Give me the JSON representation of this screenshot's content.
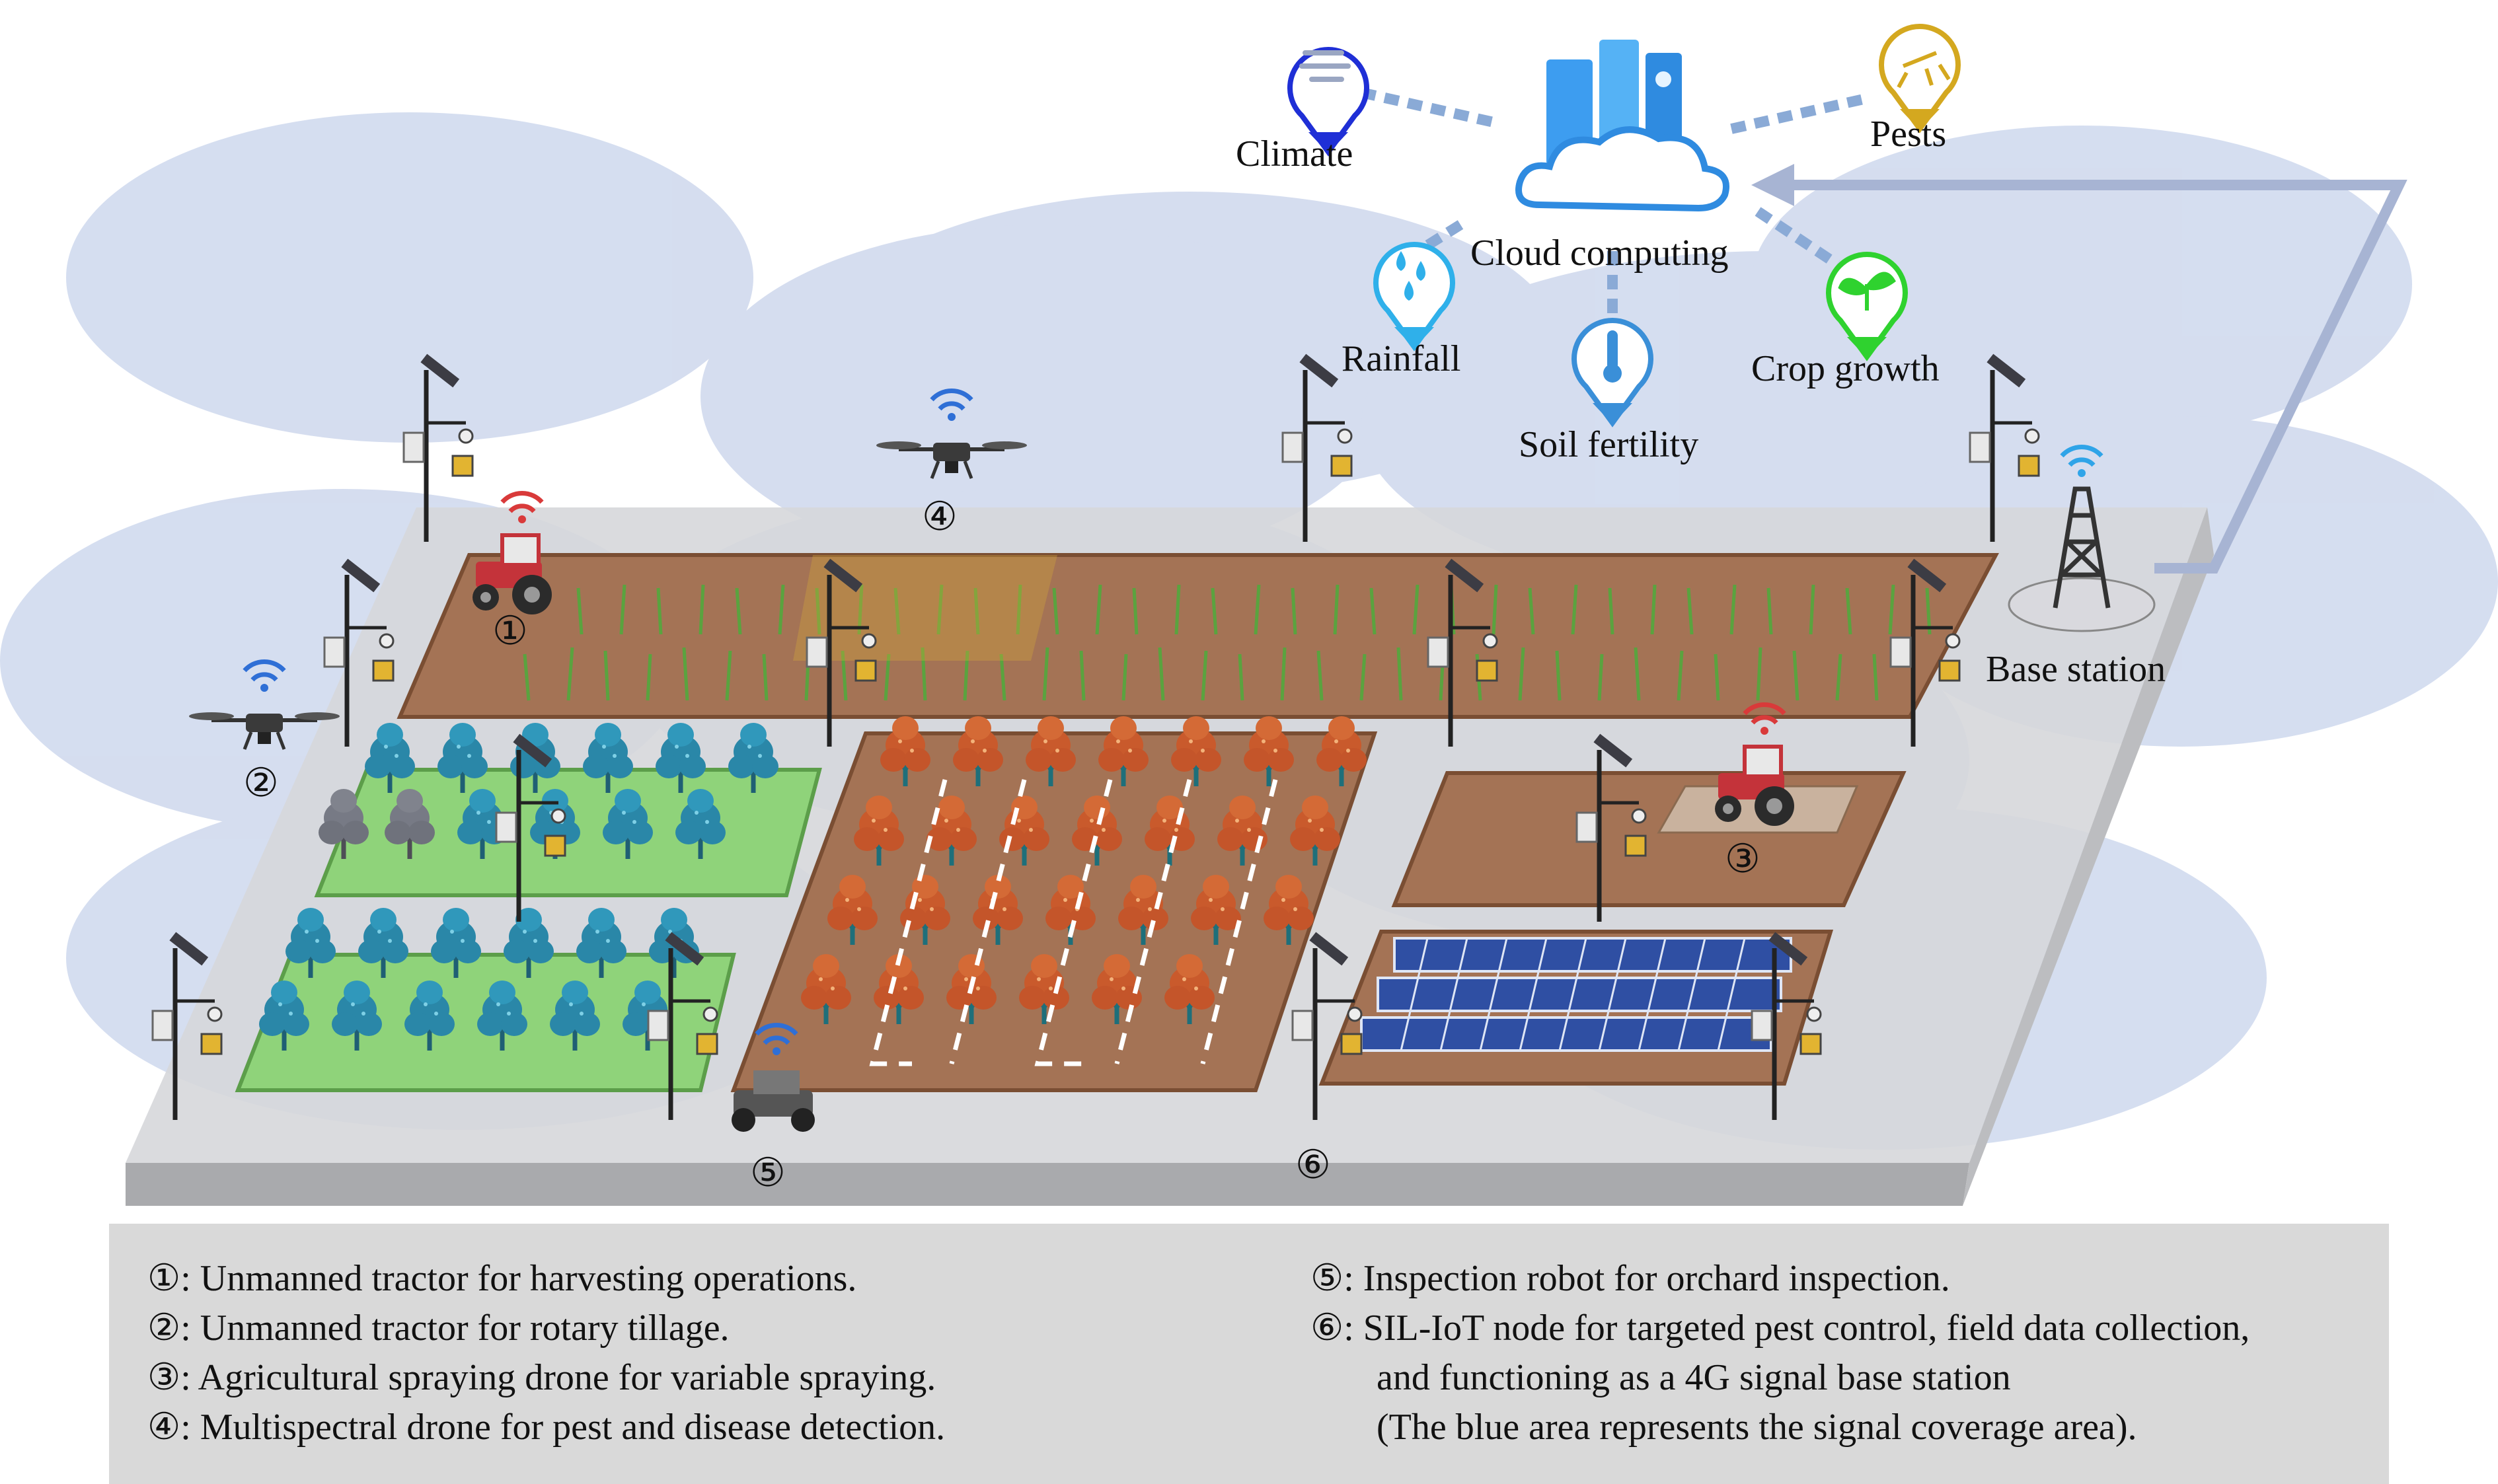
{
  "cloud": {
    "label": "Cloud computing",
    "parameters": [
      {
        "label": "Climate",
        "icon": "wind-icon",
        "color": "#1f2fd6"
      },
      {
        "label": "Pests",
        "icon": "locust-icon",
        "color": "#d4a81f"
      },
      {
        "label": "Rainfall",
        "icon": "raindrops-icon",
        "color": "#2fb0ea"
      },
      {
        "label": "Soil fertility",
        "icon": "thermometer-icon",
        "color": "#3a8fd8"
      },
      {
        "label": "Crop growth",
        "icon": "sprout-icon",
        "color": "#2fd22f"
      }
    ]
  },
  "base_station": {
    "label": "Base station"
  },
  "markers": [
    "①",
    "②",
    "③",
    "④",
    "⑤",
    "⑥"
  ],
  "legend": {
    "left": [
      "①: Unmanned tractor for harvesting operations.",
      "②: Unmanned tractor for rotary tillage.",
      "③: Agricultural spraying drone for variable spraying.",
      "④: Multispectral drone for pest and disease detection."
    ],
    "right": [
      "⑤: Inspection robot for orchard inspection.",
      "⑥: SIL-IoT node for targeted pest control, field data collection,",
      "and functioning as a 4G signal base station",
      "(The blue area represents the signal coverage area)."
    ]
  },
  "colors": {
    "coverage": "#b3c2e3",
    "platform_top": "#d6d7da",
    "platform_side": "#a9aaad",
    "field_soil": "#a47355",
    "grass": "#8fd37a",
    "orchard_tree": "#2a87a8",
    "orange_tree": "#c95a2c",
    "solar_panel": "#2f4fa3",
    "link_line": "#8aaad6"
  }
}
